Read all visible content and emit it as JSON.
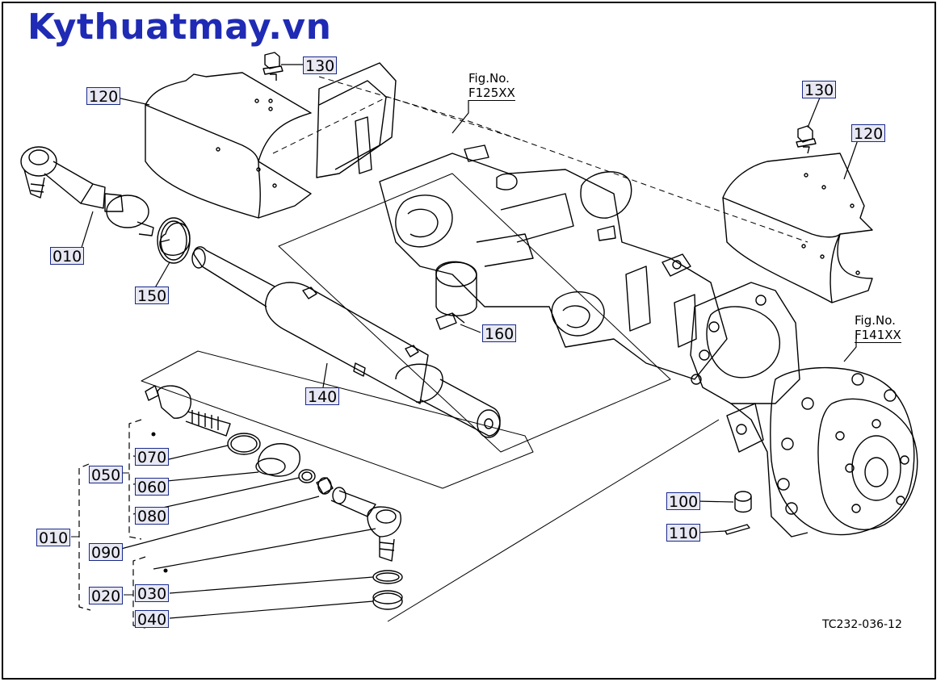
{
  "brand": "Kythuatmay.vn",
  "drawing_code": "TC232-036-12",
  "figure_refs": {
    "f125": {
      "title": "Fig.No.",
      "number": "F125XX"
    },
    "f141": {
      "title": "Fig.No.",
      "number": "F141XX"
    }
  },
  "labels": {
    "l120a": "120",
    "l130a": "130",
    "l010a": "010",
    "l150": "150",
    "l140": "140",
    "l160": "160",
    "l130b": "130",
    "l120b": "120",
    "l070": "070",
    "l050": "050",
    "l060": "060",
    "l080": "080",
    "l010b": "010",
    "l090": "090",
    "l020": "020",
    "l030": "030",
    "l040": "040",
    "l100": "100",
    "l110": "110"
  },
  "colors": {
    "brand": "#1f2bb4",
    "label_border": "#1a2a8a",
    "label_fill": "#e8e8f4",
    "line": "#000000"
  }
}
